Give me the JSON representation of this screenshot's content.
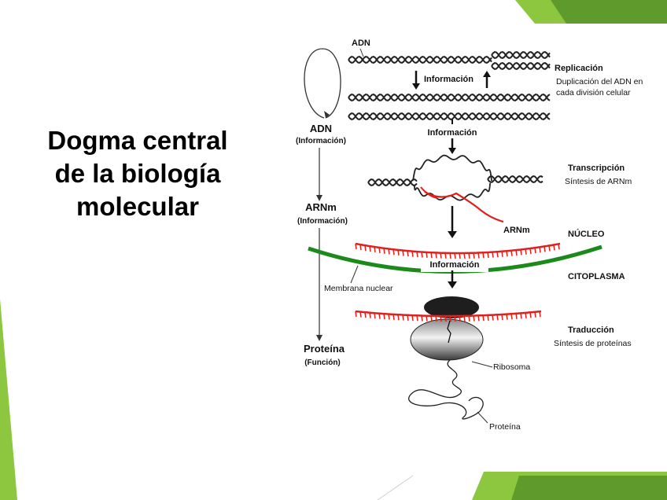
{
  "slide": {
    "title_lines": [
      "Dogma central",
      "de la biología",
      "molecular"
    ]
  },
  "colors": {
    "accent_green": "#8dc63f",
    "accent_dark_green": "#5a8f29",
    "membrane_green": "#1a8a1a",
    "rna_red": "#e0201c",
    "dna_dark": "#222222"
  },
  "diagram": {
    "left_column": {
      "adn_label": "ADN",
      "adn_sub": "(Información)",
      "arnm_label": "ARNm",
      "arnm_sub": "(Información)",
      "protein_label": "Proteína",
      "protein_sub": "(Función)"
    },
    "top_adn_label": "ADN",
    "info_label_1": "Información",
    "info_label_2": "Información",
    "info_label_3": "Información",
    "replication": {
      "title": "Replicación",
      "desc_line1": "Duplicación del ADN en",
      "desc_line2": "cada división celular"
    },
    "transcription": {
      "title": "Transcripción",
      "desc": "Síntesis de ARNm"
    },
    "arnm_label": "ARNm",
    "nucleus_label": "NÚCLEO",
    "cytoplasm_label": "CITOPLASMA",
    "membrane_label": "Membrana nuclear",
    "translation": {
      "title": "Traducción",
      "desc": "Síntesis de proteínas"
    },
    "ribosome_label": "Ribosoma",
    "protein_label": "Proteína"
  }
}
